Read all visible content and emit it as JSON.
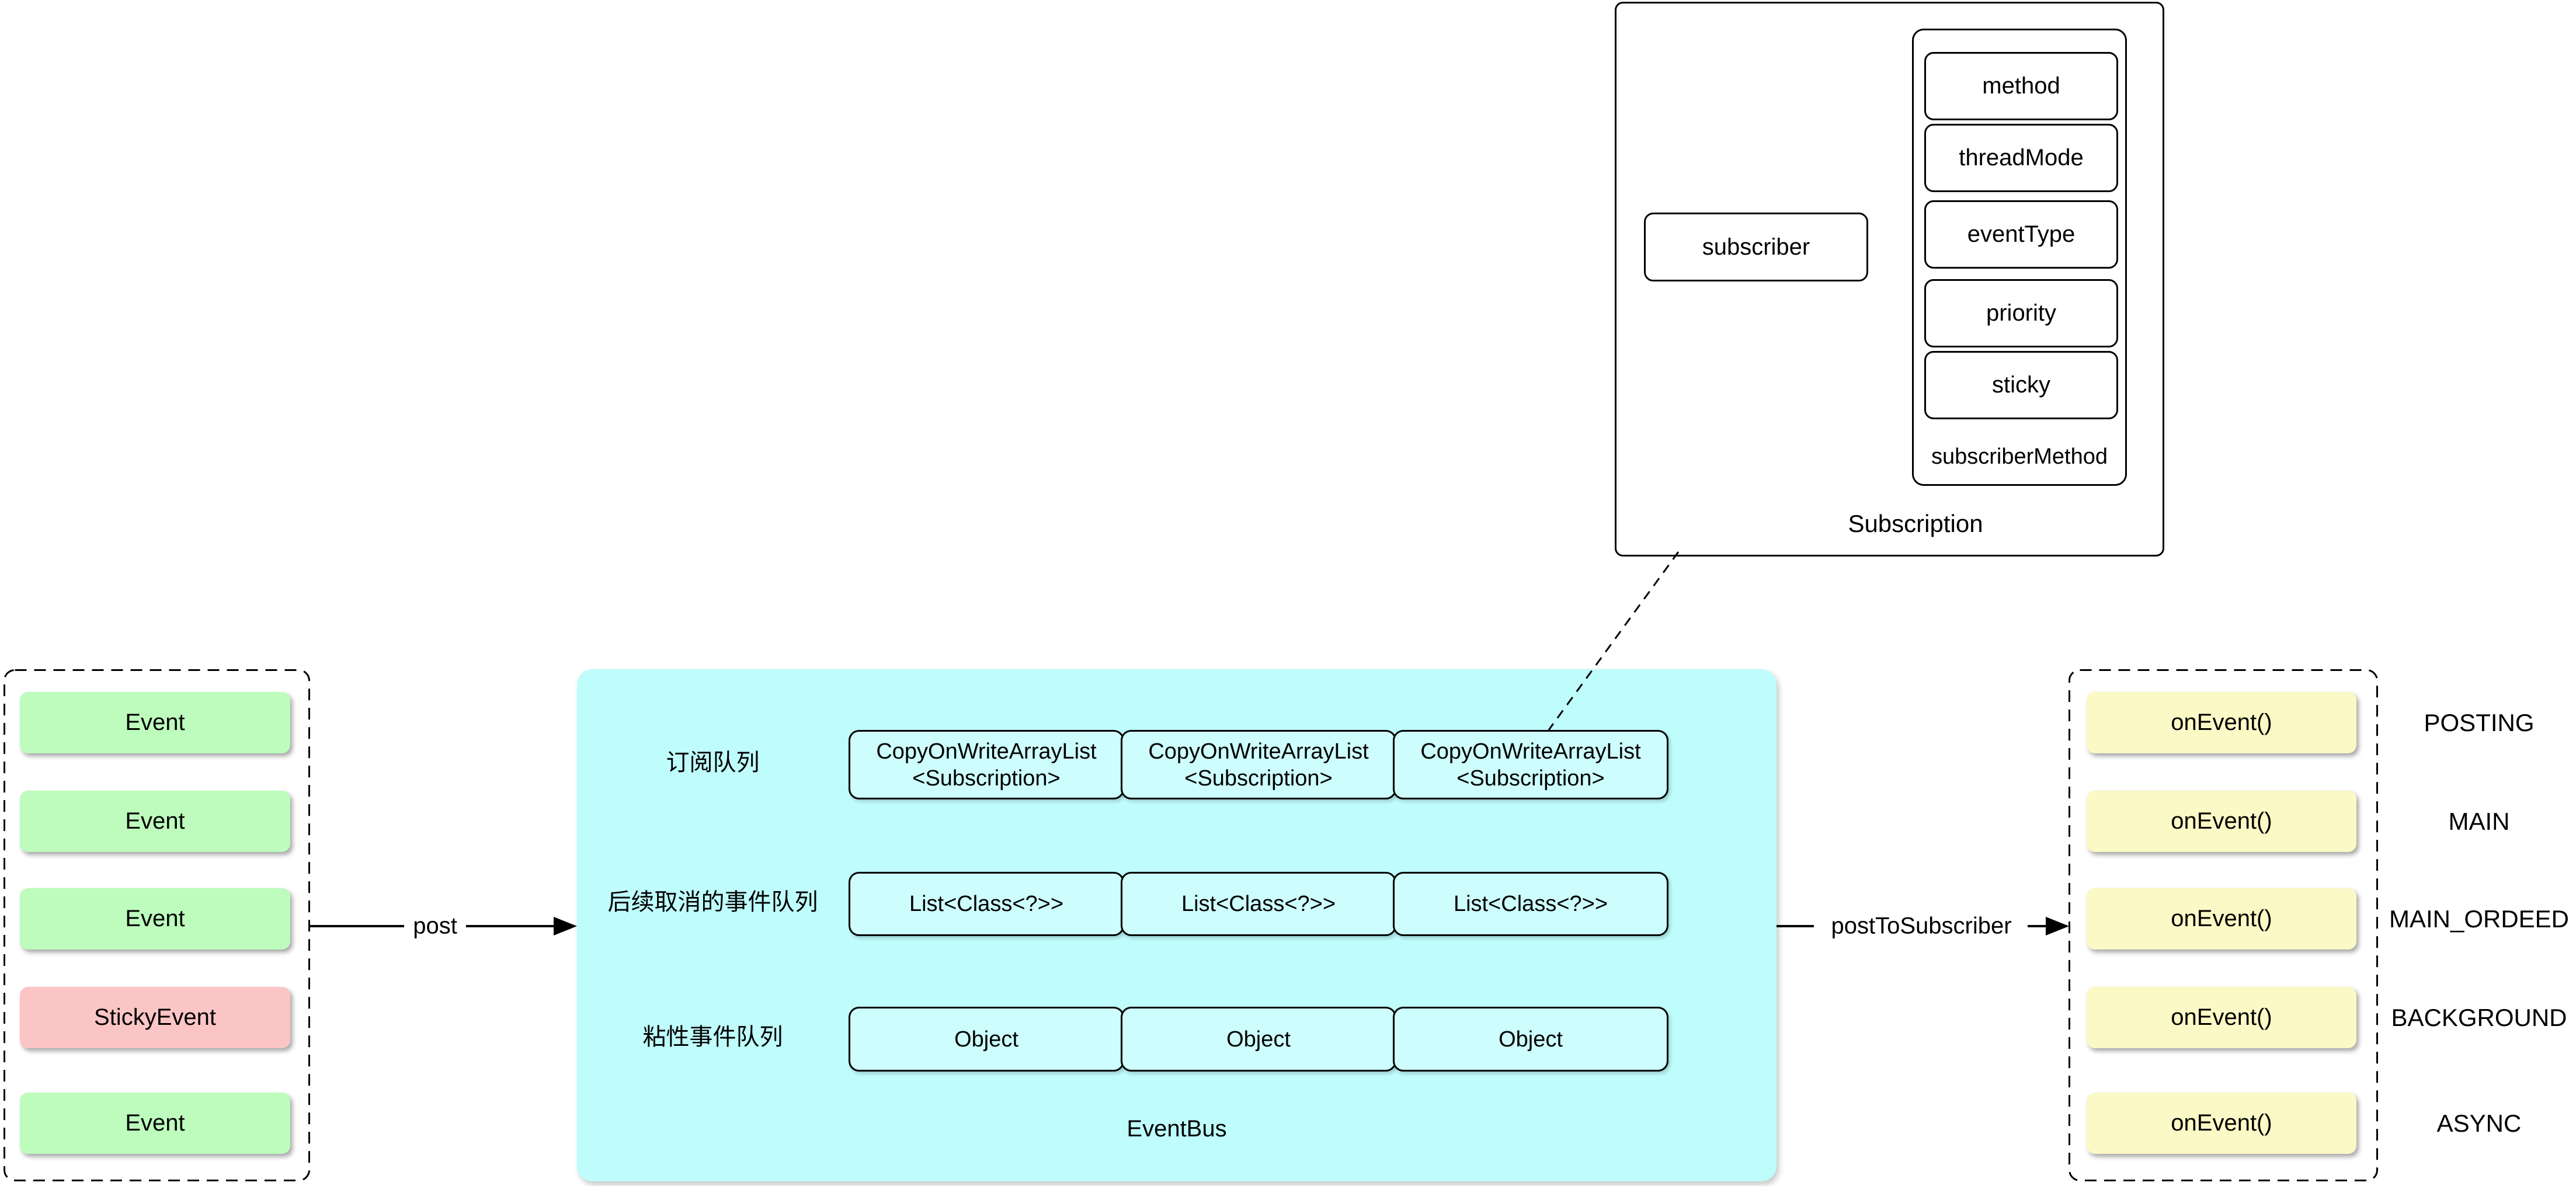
{
  "colors": {
    "event": "#bdfcbd",
    "sticky_event": "#fcc5c5",
    "bus_bg": "#bffcfc",
    "bus_cell": "#cdfdfd",
    "handler": "#fbf9c5"
  },
  "subscription_panel": {
    "title": "Subscription",
    "subscriber_label": "subscriber",
    "method_box_label": "subscriberMethod",
    "fields": [
      "method",
      "threadMode",
      "eventType",
      "priority",
      "sticky"
    ]
  },
  "left_panel": {
    "events": [
      "Event",
      "Event",
      "Event",
      "StickyEvent",
      "Event"
    ]
  },
  "eventbus_panel": {
    "title": "EventBus",
    "rows": [
      {
        "queue_label": "订阅队列",
        "cell_line1": "CopyOnWriteArrayList",
        "cell_line2": "<Subscription>",
        "cell_count": 3
      },
      {
        "queue_label": "后续取消的事件队列",
        "cell_line1": "List<Class<?>>",
        "cell_line2": "",
        "cell_count": 3
      },
      {
        "queue_label": "粘性事件队列",
        "cell_line1": "Object",
        "cell_line2": "",
        "cell_count": 3
      }
    ]
  },
  "arrows": {
    "post": "post",
    "post_to_subscriber": "postToSubscriber"
  },
  "right_panel": {
    "handlers": [
      {
        "method": "onEvent()",
        "thread_mode": "POSTING"
      },
      {
        "method": "onEvent()",
        "thread_mode": "MAIN"
      },
      {
        "method": "onEvent()",
        "thread_mode": "MAIN_ORDEED"
      },
      {
        "method": "onEvent()",
        "thread_mode": "BACKGROUND"
      },
      {
        "method": "onEvent()",
        "thread_mode": "ASYNC"
      }
    ]
  }
}
